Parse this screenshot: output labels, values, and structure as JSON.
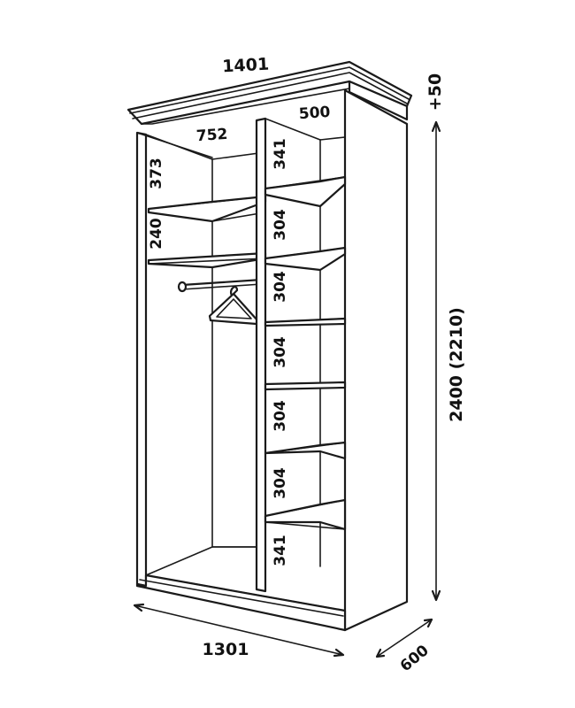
{
  "diagram": {
    "dimensions": {
      "cornice_width": "1401",
      "cornice_height": "+50",
      "shelf_width": "752",
      "shelf_depth_right": "500",
      "height_total": "2400 (2210)",
      "width_total": "1301",
      "depth_total": "600"
    },
    "left_section": {
      "top_gap": "373",
      "middle_gap": "240"
    },
    "right_section": {
      "gaps": [
        "341",
        "304",
        "304",
        "304",
        "304",
        "304",
        "341"
      ]
    },
    "colors": {
      "line": "#1a1a1a",
      "background": "#ffffff"
    },
    "icons": [
      "hanger-icon",
      "rail-icon"
    ]
  }
}
